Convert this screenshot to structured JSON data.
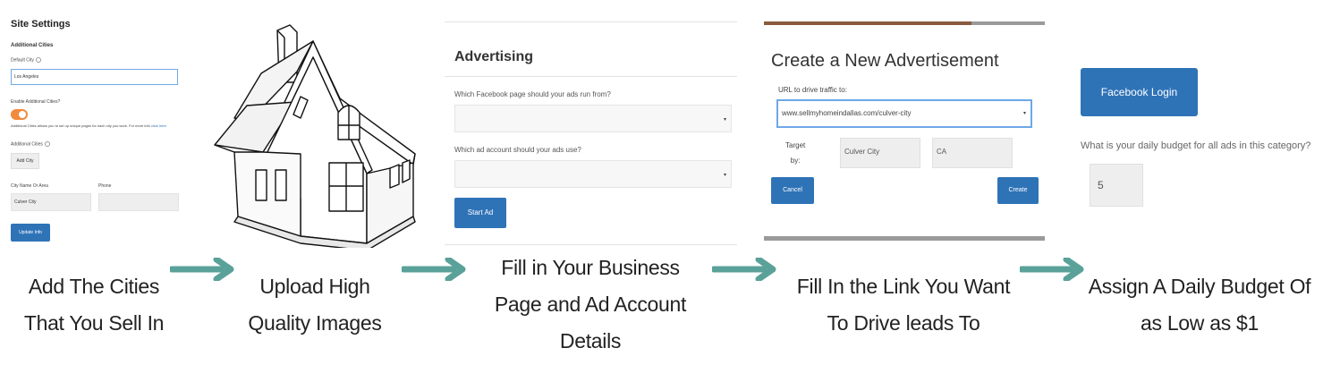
{
  "site_settings": {
    "title": "Site Settings",
    "subtitle": "Additional Cities",
    "default_city_label": "Default City",
    "default_city_value": "Los Angeles",
    "enable_label": "Enable Additional Cities?",
    "enable_state": "on",
    "description": "Additional Cities allows you to set up unique pages for each city you work. For more info",
    "description_link": "click here.",
    "additional_cities_label": "Additional Cities",
    "add_city_button": "Add City",
    "city_name_label": "City Name Or Area",
    "phone_label": "Phone",
    "city_name_value": "Culver City",
    "phone_value": "",
    "update_button": "Update Info"
  },
  "advertising": {
    "title": "Advertising",
    "question_page": "Which Facebook page should your ads run from?",
    "question_account": "Which ad account should your ads use?",
    "page_value": "",
    "account_value": "",
    "start_button": "Start Ad"
  },
  "create_ad": {
    "title": "Create a New Advertisement",
    "url_label": "URL to drive traffic to:",
    "url_value": "www.sellmyhomeindallas.com/culver-city",
    "target_label_1": "Target",
    "target_label_2": "by:",
    "city_value": "Culver City",
    "state_value": "CA",
    "cancel_button": "Cancel",
    "create_button": "Create",
    "progress": 0.74,
    "colors": {
      "progress_fill": "#8a5a3c",
      "progress_track": "#9a9a9a"
    }
  },
  "budget": {
    "facebook_button": "Facebook Login",
    "question": "What is your daily budget for all ads in this category?",
    "value": "5"
  },
  "captions": {
    "step1_line1": "Add The Cities",
    "step1_line2": "That You Sell In",
    "step2_line1": "Upload High",
    "step2_line2": "Quality Images",
    "step3_line1": "Fill in Your Business",
    "step3_line2": "Page and Ad Account",
    "step3_line3": "Details",
    "step4_line1": "Fill In the Link You Want",
    "step4_line2": "To Drive leads To",
    "step5_line1": "Assign A Daily Budget Of",
    "step5_line2": "as Low as $1"
  },
  "icons": [
    "info-icon",
    "toggle-switch",
    "dropdown-caret-icon",
    "house-illustration",
    "right-arrow-icon"
  ],
  "colors": {
    "accent_blue": "#2f73b7",
    "toggle_orange": "#f08a3c",
    "arrow_teal": "#5aa19a"
  }
}
